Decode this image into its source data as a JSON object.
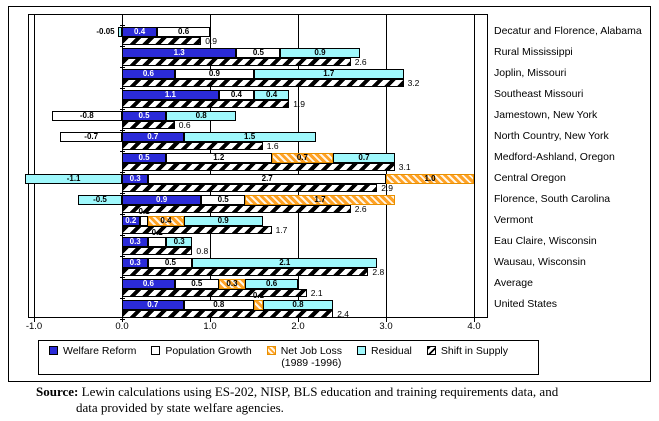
{
  "chart_data": {
    "type": "bar",
    "orientation": "horizontal-stacked",
    "grid": true,
    "x_axis": {
      "tick_labels": [
        "-1.0",
        "0.0",
        "1.0",
        "2.0",
        "3.0",
        "4.0"
      ],
      "tick_values": [
        -1,
        0,
        1,
        2,
        3,
        4
      ],
      "xlim": [
        -1.2,
        4.15
      ]
    },
    "series": [
      {
        "key": "welfare_reform",
        "name": "Welfare Reform",
        "color": "#2B2BD8",
        "pattern": "solid"
      },
      {
        "key": "population_growth",
        "name": "Population Growth",
        "color": "#FFFFFF",
        "pattern": "solid"
      },
      {
        "key": "net_job_loss",
        "name": "Net Job Loss",
        "name_line2": "(1989 -1996)",
        "color": "#FFA226",
        "pattern": "diagonal-stripes"
      },
      {
        "key": "residual",
        "name": "Residual",
        "color": "#9FF8FC",
        "pattern": "solid"
      },
      {
        "key": "shift_in_supply",
        "name": "Shift in Supply",
        "color": "#000000",
        "pattern": "black-hatch"
      }
    ],
    "rows": [
      {
        "label": "Decatur and Florence, Alabama",
        "segments": [
          {
            "series": "residual",
            "value": -0.05,
            "text": "-0.05",
            "label_pos": "outside-left"
          },
          {
            "series": "welfare_reform",
            "value": 0.4,
            "text": "0.4"
          },
          {
            "series": "population_growth",
            "value": 0.6,
            "text": "0.6"
          }
        ],
        "shift_in_supply": {
          "value": 0.9,
          "text": "0.9"
        }
      },
      {
        "label": "Rural Mississippi",
        "segments": [
          {
            "series": "welfare_reform",
            "value": 1.3,
            "text": "1.3"
          },
          {
            "series": "population_growth",
            "value": 0.5,
            "text": "0.5"
          },
          {
            "series": "residual",
            "value": 0.9,
            "text": "0.9"
          }
        ],
        "shift_in_supply": {
          "value": 2.6,
          "text": "2.6"
        }
      },
      {
        "label": "Joplin, Missouri",
        "segments": [
          {
            "series": "welfare_reform",
            "value": 0.6,
            "text": "0.6"
          },
          {
            "series": "population_growth",
            "value": 0.9,
            "text": "0.9"
          },
          {
            "series": "residual",
            "value": 1.7,
            "text": "1.7"
          }
        ],
        "shift_in_supply": {
          "value": 3.2,
          "text": "3.2"
        }
      },
      {
        "label": "Southeast Missouri",
        "segments": [
          {
            "series": "welfare_reform",
            "value": 1.1,
            "text": "1.1"
          },
          {
            "series": "population_growth",
            "value": 0.4,
            "text": "0.4"
          },
          {
            "series": "residual",
            "value": 0.4,
            "text": "0.4"
          }
        ],
        "shift_in_supply": {
          "value": 1.9,
          "text": "1.9"
        }
      },
      {
        "label": "Jamestown, New York",
        "segments": [
          {
            "series": "population_growth",
            "value": -0.8,
            "text": "-0.8"
          },
          {
            "series": "welfare_reform",
            "value": 0.5,
            "text": "0.5"
          },
          {
            "series": "residual",
            "value": 0.8,
            "text": "0.8"
          }
        ],
        "shift_in_supply": {
          "value": 0.6,
          "text": "0.6"
        }
      },
      {
        "label": "North Country, New York",
        "segments": [
          {
            "series": "population_growth",
            "value": -0.7,
            "text": "-0.7"
          },
          {
            "series": "welfare_reform",
            "value": 0.7,
            "text": "0.7"
          },
          {
            "series": "residual",
            "value": 1.5,
            "text": "1.5"
          }
        ],
        "shift_in_supply": {
          "value": 1.6,
          "text": "1.6"
        }
      },
      {
        "label": "Medford-Ashland, Oregon",
        "segments": [
          {
            "series": "welfare_reform",
            "value": 0.5,
            "text": "0.5"
          },
          {
            "series": "population_growth",
            "value": 1.2,
            "text": "1.2"
          },
          {
            "series": "net_job_loss",
            "value": 0.7,
            "text": "0.7"
          },
          {
            "series": "residual",
            "value": 0.7,
            "text": "0.7"
          }
        ],
        "shift_in_supply": {
          "value": 3.1,
          "text": "3.1"
        }
      },
      {
        "label": "Central Oregon",
        "segments": [
          {
            "series": "residual",
            "value": -1.1,
            "text": "-1.1"
          },
          {
            "series": "welfare_reform",
            "value": 0.3,
            "text": "0.3"
          },
          {
            "series": "population_growth",
            "value": 2.7,
            "text": "2.7"
          },
          {
            "series": "net_job_loss",
            "value": 1.0,
            "text": "1.0"
          }
        ],
        "shift_in_supply": {
          "value": 2.9,
          "text": "2.9"
        }
      },
      {
        "label": "Florence, South Carolina",
        "segments": [
          {
            "series": "residual",
            "value": -0.5,
            "text": "-0.5"
          },
          {
            "series": "welfare_reform",
            "value": 0.9,
            "text": "0.9"
          },
          {
            "series": "population_growth",
            "value": 0.5,
            "text": "0.5"
          },
          {
            "series": "net_job_loss",
            "value": 1.7,
            "text": "1.7"
          }
        ],
        "shift_in_supply": {
          "value": 2.6,
          "text": "2.6"
        }
      },
      {
        "label": "Vermont",
        "segments": [
          {
            "series": "welfare_reform",
            "value": 0.2,
            "text": "0.2"
          },
          {
            "series": "population_growth",
            "value": 0.1,
            "text": "0.1",
            "label_pos": "above"
          },
          {
            "series": "net_job_loss",
            "value": 0.4,
            "text": "0.4"
          },
          {
            "series": "residual",
            "value": 0.9,
            "text": "0.9"
          }
        ],
        "shift_in_supply": {
          "value": 1.7,
          "text": "1.7"
        }
      },
      {
        "label": "Eau Claire, Wisconsin",
        "segments": [
          {
            "series": "welfare_reform",
            "value": 0.3,
            "text": "0.3"
          },
          {
            "series": "population_growth",
            "value": 0.2,
            "text": "0.2",
            "label_pos": "above"
          },
          {
            "series": "residual",
            "value": 0.3,
            "text": "0.3"
          }
        ],
        "shift_in_supply": {
          "value": 0.8,
          "text": "0.8"
        }
      },
      {
        "label": "Wausau, Wisconsin",
        "segments": [
          {
            "series": "welfare_reform",
            "value": 0.3,
            "text": "0.3"
          },
          {
            "series": "population_growth",
            "value": 0.5,
            "text": "0.5"
          },
          {
            "series": "residual",
            "value": 2.1,
            "text": "2.1"
          }
        ],
        "shift_in_supply": {
          "value": 2.8,
          "text": "2.8"
        }
      },
      {
        "label": "Average",
        "segments": [
          {
            "series": "welfare_reform",
            "value": 0.6,
            "text": "0.6"
          },
          {
            "series": "population_growth",
            "value": 0.5,
            "text": "0.5"
          },
          {
            "series": "net_job_loss",
            "value": 0.3,
            "text": "0.3"
          },
          {
            "series": "residual",
            "value": 0.6,
            "text": "0.6"
          }
        ],
        "shift_in_supply": {
          "value": 2.1,
          "text": "2.1"
        }
      },
      {
        "label": "United States",
        "segments": [
          {
            "series": "welfare_reform",
            "value": 0.7,
            "text": "0.7"
          },
          {
            "series": "population_growth",
            "value": 0.8,
            "text": "0.8"
          },
          {
            "series": "net_job_loss",
            "value": 0.1,
            "text": "0.1",
            "label_pos": "above"
          },
          {
            "series": "residual",
            "value": 0.8,
            "text": "0.8"
          }
        ],
        "shift_in_supply": {
          "value": 2.4,
          "text": "2.4"
        }
      }
    ]
  },
  "source_note": {
    "prefix": "Source:",
    "line1": " Lewin calculations using ES-202, NISP, BLS education and training requirements data, and",
    "line2": "data provided by state welfare agencies."
  }
}
